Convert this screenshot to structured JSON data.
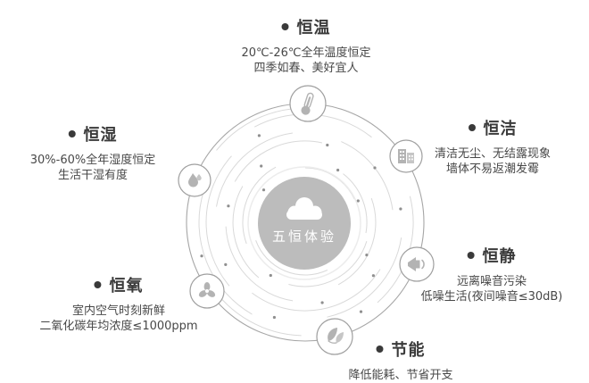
{
  "center": {
    "label": "五恒体验",
    "icon": "cloud-icon"
  },
  "items": [
    {
      "id": "constant-temperature",
      "title": "恒温",
      "icon": "thermometer-icon",
      "desc": [
        "20℃-26℃全年温度恒定",
        "四季如春、美好宜人"
      ]
    },
    {
      "id": "constant-cleanliness",
      "title": "恒洁",
      "icon": "building-icon",
      "desc": [
        "清洁无尘、无结露现象",
        "墙体不易返潮发霉"
      ]
    },
    {
      "id": "constant-quiet",
      "title": "恒静",
      "icon": "speaker-icon",
      "desc": [
        "远离噪音污染",
        "低噪生活(夜间噪音≤30dB)"
      ]
    },
    {
      "id": "energy-saving",
      "title": "节能",
      "icon": "leaf-icon",
      "desc": [
        "降低能耗、节省开支"
      ]
    },
    {
      "id": "constant-oxygen",
      "title": "恒氧",
      "icon": "fan-icon",
      "desc": [
        "室内空气时刻新鲜",
        "二氧化碳年均浓度≤1000ppm"
      ]
    },
    {
      "id": "constant-humidity",
      "title": "恒湿",
      "icon": "droplets-icon",
      "desc": [
        "30%-60%全年湿度恒定",
        "生活干湿有度"
      ]
    }
  ],
  "colors": {
    "background": "#ffffff",
    "center_circle": "#bcbcbc",
    "ring_line": "#a6a6a6",
    "orbit_line": "#d9d9d9",
    "icon_gray": "#b3b3b3",
    "title_text": "#3a3a3a",
    "desc_text": "#484848",
    "center_text": "#ffffff"
  }
}
